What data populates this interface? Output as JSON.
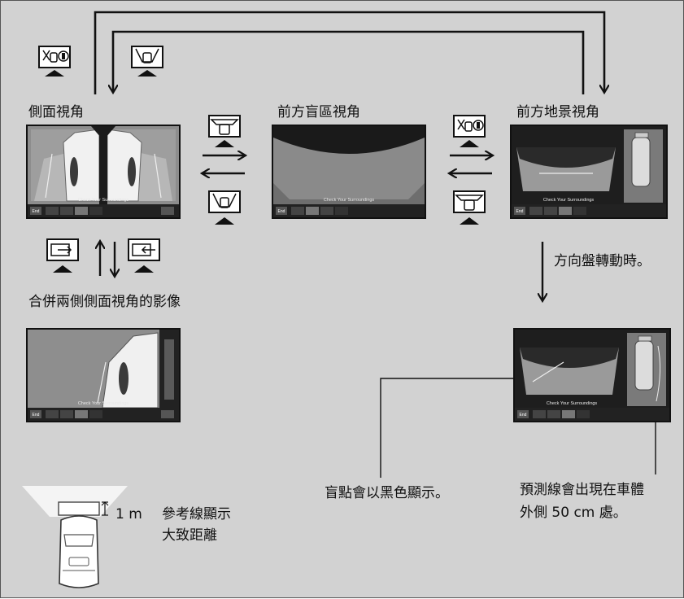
{
  "labels": {
    "side_view": "側面視角",
    "front_blind_view": "前方盲區視角",
    "front_ground_view": "前方地景視角",
    "combined_side_view": "合併兩側側面視角的影像",
    "steering_turned": "方向盤轉動時。",
    "blind_spot_black": "盲點會以黑色顯示。",
    "prediction_line_line1": "預測線會出現在車體",
    "prediction_line_line2": "外側 50 cm 處。",
    "distance_1m": "1 m",
    "reference_line_line1": "參考線顯示",
    "reference_line_line2": "大致距離"
  },
  "screen": {
    "check_text": "Check Your Surroundings",
    "end_label": "End"
  },
  "colors": {
    "background": "#d2d2d2",
    "screen_dark": "#1f1f1f",
    "arrow": "#111111"
  },
  "icons": [
    "side-view-camera-button-icon",
    "front-view-camera-button-icon",
    "press-button-icon",
    "combine-sides-icon",
    "split-sides-icon",
    "vehicle-top-view-icon"
  ]
}
